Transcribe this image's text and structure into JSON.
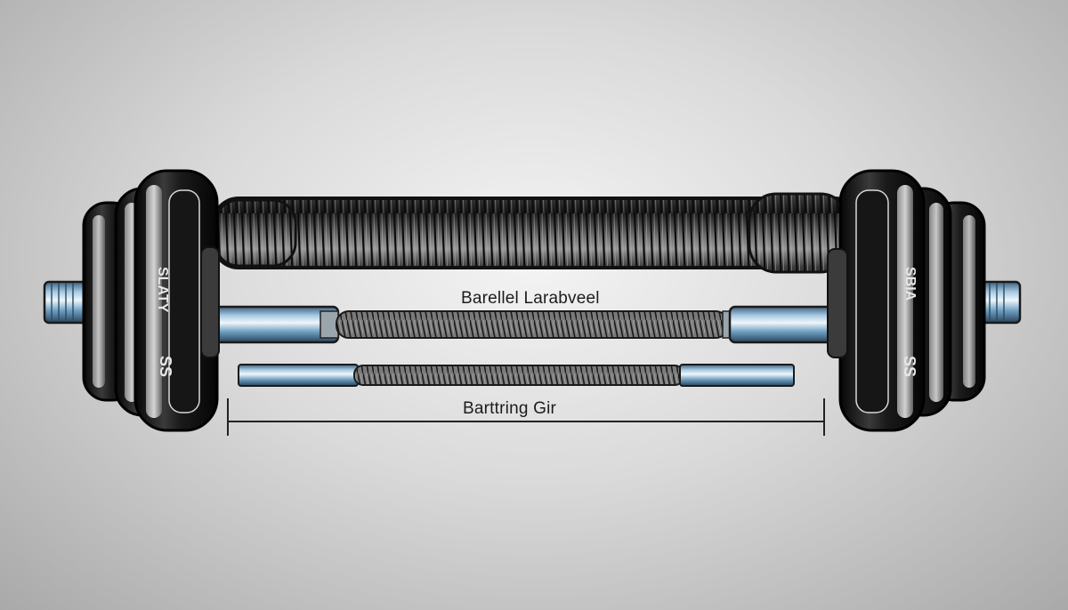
{
  "diagram": {
    "labels": {
      "bar_label": "Barellel Larabveel",
      "grip_label": "Barttring Gir"
    },
    "plate_markings": {
      "left_outer_plate": "SLATY",
      "right_outer_plate": "SBIA",
      "left_stamp": "SS",
      "right_stamp": "SS"
    },
    "colors": {
      "background": "#d9d9d9",
      "sleeve_blue": "#6f9fc2",
      "plate_black": "#141414",
      "knurl_gray": "#5a5a5a"
    },
    "icons": [
      "weight-plate-icon",
      "barbell-icon"
    ]
  }
}
